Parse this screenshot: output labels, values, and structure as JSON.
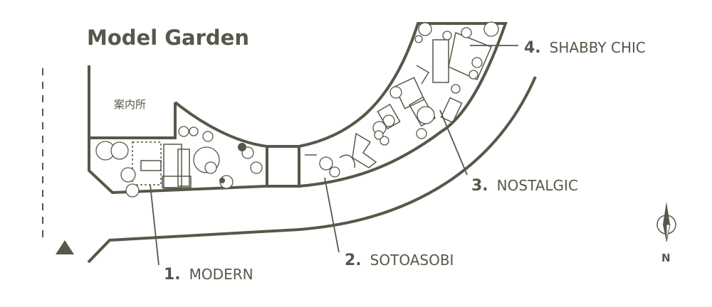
{
  "map": {
    "title": "Model Garden",
    "info_building": "案内所",
    "compass_label": "N",
    "gardens": [
      {
        "number": "1.",
        "name": "MODERN"
      },
      {
        "number": "2.",
        "name": "SOTOASOBI"
      },
      {
        "number": "3.",
        "name": "NOSTALGIC"
      },
      {
        "number": "4.",
        "name": "SHABBY CHIC"
      }
    ],
    "colors": {
      "ink": "#57574a",
      "background": "#ffffff"
    }
  }
}
